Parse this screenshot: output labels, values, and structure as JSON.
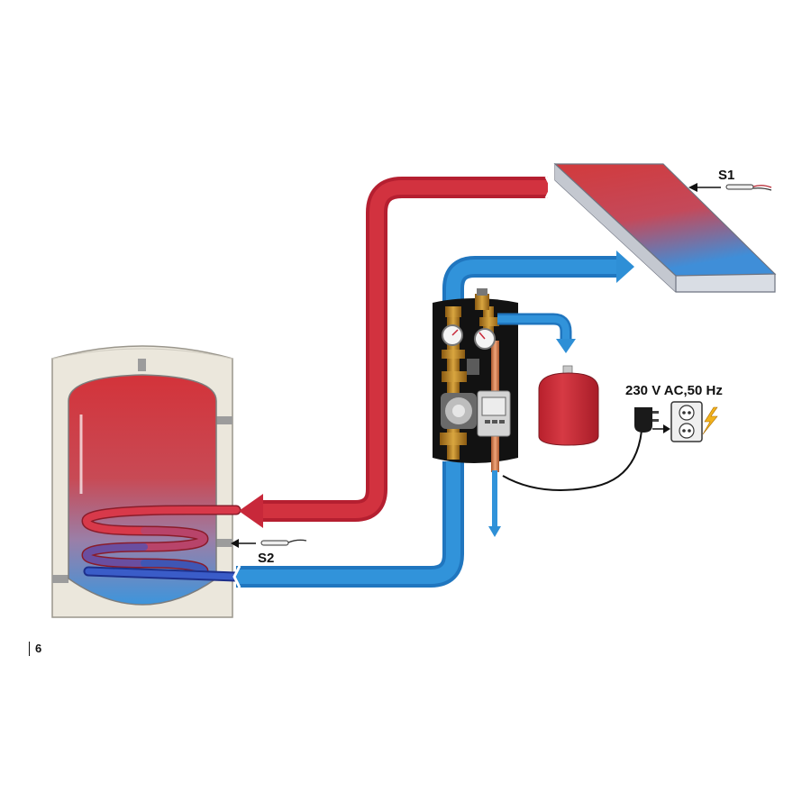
{
  "labels": {
    "collector_sensor": "S1",
    "tank_sensor": "S2",
    "power_supply": "230 V AC,50 Hz",
    "page_number": "6"
  },
  "colors": {
    "hot": "#c8283a",
    "cold": "#2e8fd6",
    "tank_casing": "#ebe7dc",
    "station_body": "#121212"
  }
}
